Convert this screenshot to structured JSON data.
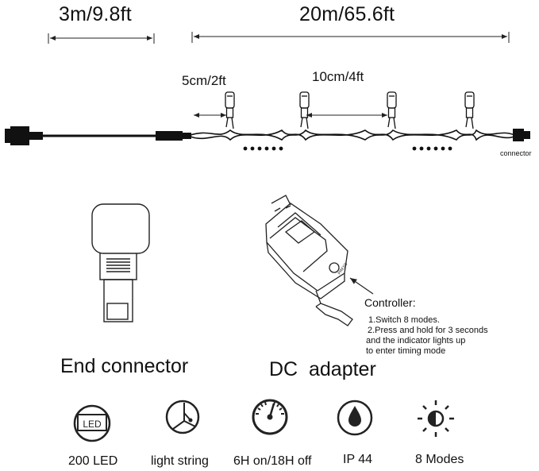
{
  "dimensions": {
    "lead_wire": "3m/9.8ft",
    "lit_length": "20m/65.6ft",
    "tail_spacing": "5cm/2ft",
    "bulb_spacing": "10cm/4ft"
  },
  "labels": {
    "connector": "connector",
    "end_connector": "End connector",
    "dc_adapter": "DC  adapter",
    "press": "PRESS"
  },
  "controller": {
    "title": "Controller:",
    "steps": [
      "1.Switch 8 modes.",
      "2.Press and hold for 3 seconds",
      "and the indicator lights up",
      "to enter timing mode"
    ]
  },
  "icons": {
    "led": {
      "name": "led-icon",
      "inner_text": "LED",
      "label": "200 LED"
    },
    "string": {
      "name": "light-string-icon",
      "label": "light string"
    },
    "timer": {
      "name": "timer-icon",
      "label": "6H on/18H off"
    },
    "ip": {
      "name": "water-drop-icon",
      "label": "IP 44"
    },
    "modes": {
      "name": "modes-icon",
      "label": "8 Modes"
    }
  }
}
